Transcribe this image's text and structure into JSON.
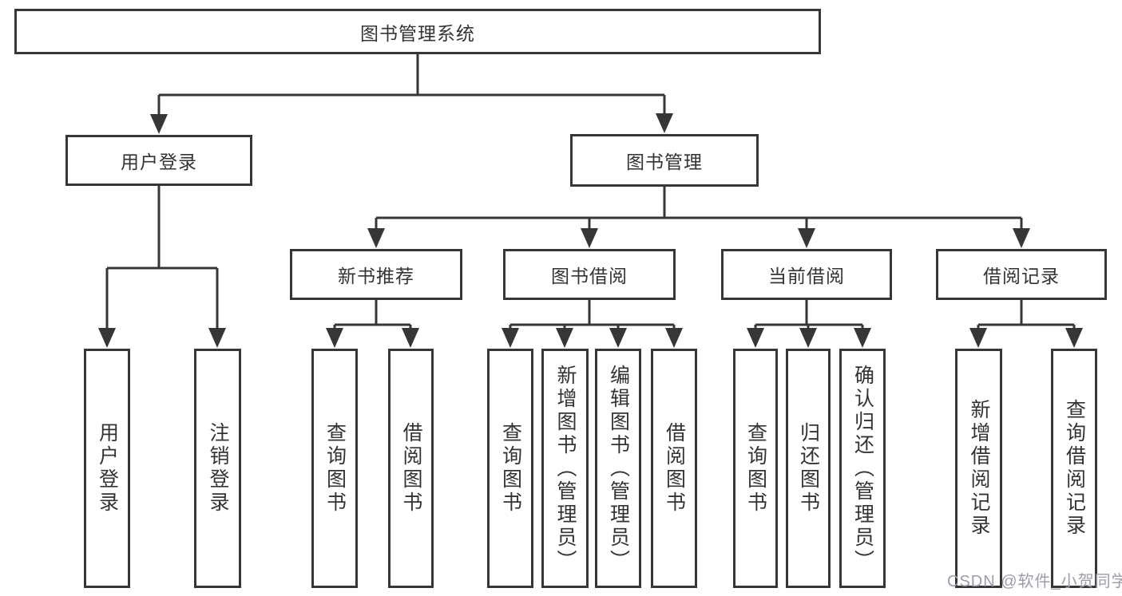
{
  "tree": {
    "root": {
      "label": "图书管理系统",
      "children": [
        {
          "label": "用户登录",
          "children": [
            {
              "label": "用户登录"
            },
            {
              "label": "注销登录"
            }
          ]
        },
        {
          "label": "图书管理",
          "children": [
            {
              "label": "新书推荐",
              "children": [
                {
                  "label": "查询图书"
                },
                {
                  "label": "借阅图书"
                }
              ]
            },
            {
              "label": "图书借阅",
              "children": [
                {
                  "label": "查询图书"
                },
                {
                  "label": "新增图书（管理员）"
                },
                {
                  "label": "编辑图书（管理员）"
                },
                {
                  "label": "借阅图书"
                }
              ]
            },
            {
              "label": "当前借阅",
              "children": [
                {
                  "label": "查询图书"
                },
                {
                  "label": "归还图书"
                },
                {
                  "label": "确认归还（管理员）"
                }
              ]
            },
            {
              "label": "借阅记录",
              "children": [
                {
                  "label": "新增借阅记录"
                },
                {
                  "label": "查询借阅记录"
                }
              ]
            }
          ]
        }
      ]
    }
  },
  "watermark": {
    "text": "CSDN @软件_小贺同学"
  },
  "colors": {
    "line": "#363636",
    "text": "#333333",
    "watermark": "#9d9da8",
    "background": "#ffffff"
  }
}
